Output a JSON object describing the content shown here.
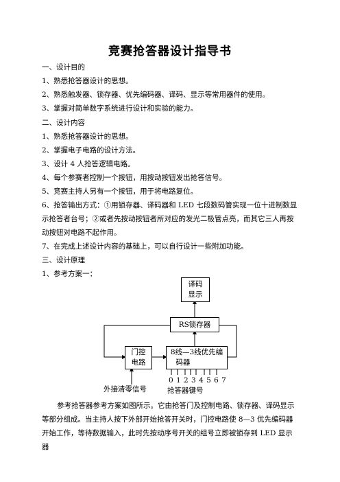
{
  "doc": {
    "title": "竞赛抢答器设计指导书",
    "sections": {
      "s1": "一、设计目的",
      "s1_items": [
        "1、熟悉抢答器设计的思想。",
        "2、熟悉触发器、锁存器、优先编码器、译码、显示等常用器件的使用。",
        "3、掌握对简单数字系统进行设计和实验的能力。"
      ],
      "s2": "二、设计内容",
      "s2_items": [
        "1、熟悉抢答器设计的思想。",
        "2、掌握电子电路的设计方法。",
        "3、设计 4 人抢答逻辑电路。",
        "4、每个参赛者控制一个按钮，用按动按钮发出抢答信号。",
        "5、竞赛主持人另有一个按钮，用于将电路复位。"
      ],
      "s2_item6": "6、抢答输出方式：①用锁存器、译码器和 LED 七段数码管实现一位十进制数显示抢答者台号；②或者先按动按钮者所对应的发光二极管点亮，而其它三人再按动按钮对电路不起作用。",
      "s2_item7": "7、在完成上述设计内容的基础上，可以自行设计一些附加功能。",
      "s3": "三、设计原理",
      "s3_item1": "1、参考方案一：",
      "diagram": {
        "decoder_line1": "译码",
        "decoder_line2": "显示",
        "latch": "RS锁存器",
        "gate_line1": "门控",
        "gate_line2": "电路",
        "encoder_line1": "8线—3线优先编",
        "encoder_line2": "码器",
        "input_numbers": "0 1  2 3 4  5 6  7",
        "reset_label": "外接清零信号",
        "keys_label": "抢答器键号"
      },
      "closing": "参考抢答器参考方案如图所示。它由抢答门及控制电路、锁存器、译码显示等部分组成。当主持人按下外部开始抢答开关时，门控电路使 8—3 优先编码器开始工作，等待数据输入，此时先按动序号开关的组号立即被锁存到 LED 显示器"
    }
  }
}
